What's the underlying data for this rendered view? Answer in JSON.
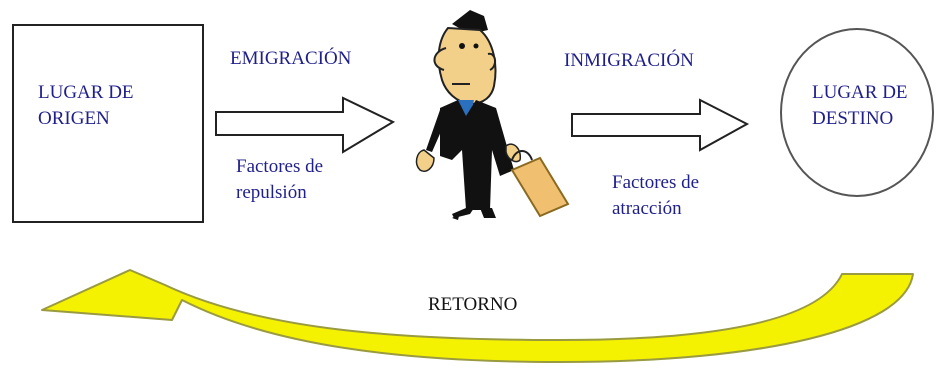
{
  "origin": {
    "label": "LUGAR DE\nORIGEN"
  },
  "destination": {
    "label": "LUGAR DE\nDESTINO"
  },
  "emigration": {
    "label": "EMIGRACIÓN",
    "factors": "Factores de\nrepulsión"
  },
  "immigration": {
    "label": "INMIGRACIÓN",
    "factors": "Factores de\natracción"
  },
  "return": {
    "label": "RETORNO"
  },
  "colors": {
    "text": "#1f1f8a",
    "return_arrow_fill": "#f4f200",
    "return_arrow_stroke": "#9a9a40",
    "bag": "#f0c070"
  }
}
